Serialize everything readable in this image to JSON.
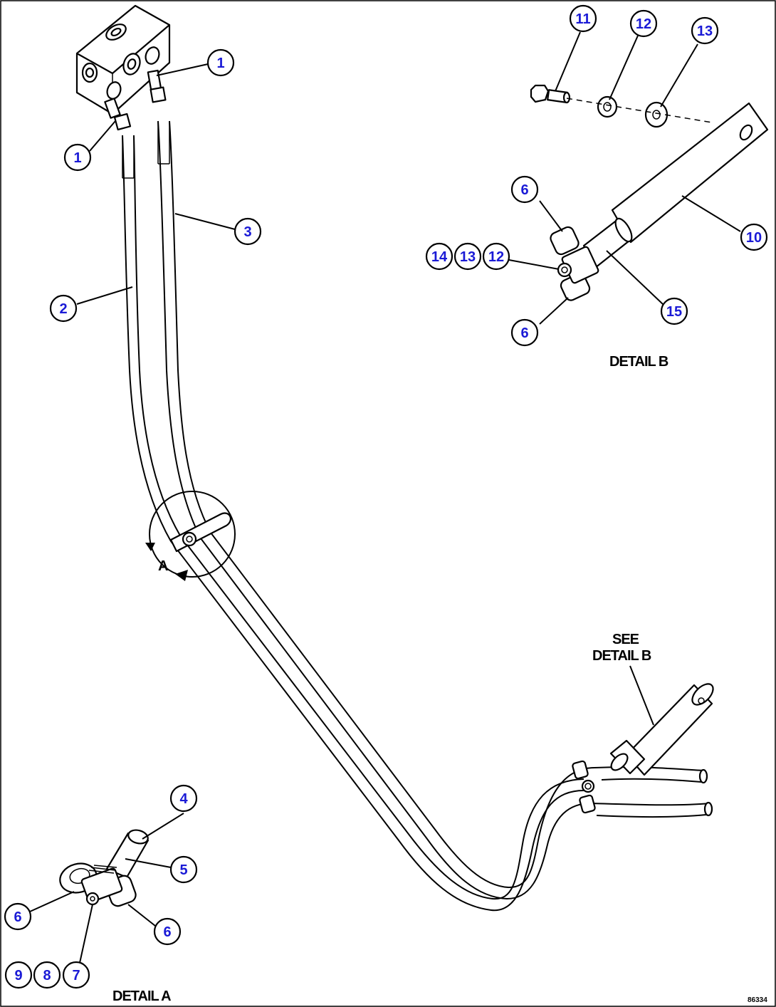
{
  "callouts": [
    {
      "id": "c1a",
      "num": "1"
    },
    {
      "id": "c1b",
      "num": "1"
    },
    {
      "id": "c2",
      "num": "2"
    },
    {
      "id": "c3",
      "num": "3"
    },
    {
      "id": "c4",
      "num": "4"
    },
    {
      "id": "c5",
      "num": "5"
    },
    {
      "id": "c6a",
      "num": "6"
    },
    {
      "id": "c6b",
      "num": "6"
    },
    {
      "id": "c6c",
      "num": "6"
    },
    {
      "id": "c6d",
      "num": "6"
    },
    {
      "id": "c7",
      "num": "7"
    },
    {
      "id": "c8",
      "num": "8"
    },
    {
      "id": "c9",
      "num": "9"
    },
    {
      "id": "c10",
      "num": "10"
    },
    {
      "id": "c11",
      "num": "11"
    },
    {
      "id": "c12a",
      "num": "12"
    },
    {
      "id": "c12b",
      "num": "12"
    },
    {
      "id": "c13a",
      "num": "13"
    },
    {
      "id": "c13b",
      "num": "13"
    },
    {
      "id": "c14",
      "num": "14"
    },
    {
      "id": "c15",
      "num": "15"
    }
  ],
  "labels": {
    "detail_a": "DETAIL A",
    "detail_b": "DETAIL B",
    "see_line1": "SEE",
    "see_line2": "DETAIL B",
    "view_marker": "A",
    "drawing_number": "86334"
  },
  "colors": {
    "callout_text": "#1a1ad6",
    "line": "#000000",
    "background": "#ffffff"
  }
}
